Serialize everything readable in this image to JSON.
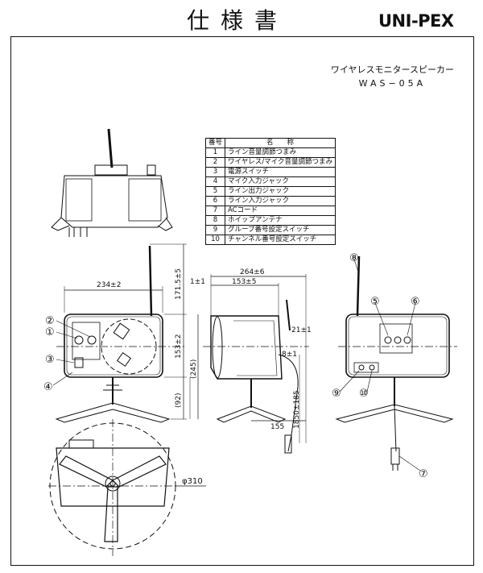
{
  "header": {
    "title": "仕様書",
    "brand": "UNI-PEX"
  },
  "product": {
    "name": "ワイヤレスモニタースピーカー",
    "model": "WAS−05A"
  },
  "parts_table": {
    "headers": [
      "番号",
      "名　　称"
    ],
    "rows": [
      [
        "1",
        "ライン音量調節つまみ"
      ],
      [
        "2",
        "ワイヤレス/マイク音量調節つまみ"
      ],
      [
        "3",
        "電源スイッチ"
      ],
      [
        "4",
        "マイク入力ジャック"
      ],
      [
        "5",
        "ライン出力ジャック"
      ],
      [
        "6",
        "ライン入力ジャック"
      ],
      [
        "7",
        "ACコード"
      ],
      [
        "8",
        "ホイップアンテナ"
      ],
      [
        "9",
        "グループ番号設定スイッチ"
      ],
      [
        "10",
        "チャンネル番号設定スイッチ"
      ]
    ]
  },
  "dimensions": {
    "width_front": "234±2",
    "antenna_height": "171.5±5",
    "height_153": "153±2",
    "height_245": "(245)",
    "height_92": "(92)",
    "depth_264": "264±6",
    "depth_153": "153±5",
    "top_offset": "1±1",
    "offset_21": "21±1",
    "offset_8": "8±1",
    "cord_length": "1850±185",
    "base_155": "155",
    "diameter": "φ310"
  },
  "callouts": {
    "c1": "①",
    "c2": "②",
    "c3": "③",
    "c4": "④",
    "c5": "⑤",
    "c6": "⑥",
    "c7": "⑦",
    "c8": "⑧",
    "c9": "⑨",
    "c10": "⑩"
  }
}
